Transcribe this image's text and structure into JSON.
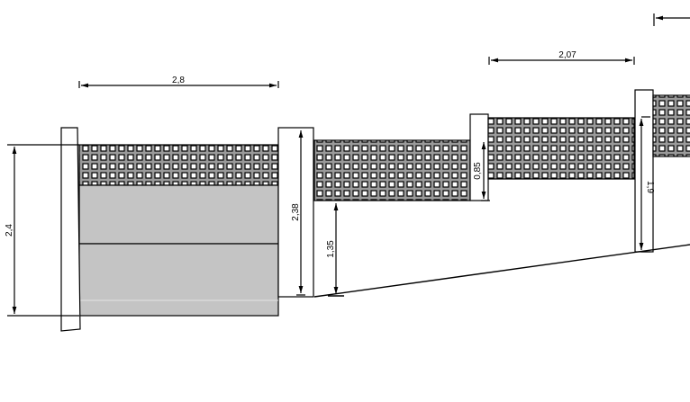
{
  "drawing": {
    "dimensions": {
      "width_left_panel": "2,8",
      "width_right_panel": "2,07",
      "height_left_total": "2,4",
      "height_post": "2,38",
      "height_clearance": "1,35",
      "height_step": "0,85",
      "height_right": "1,9"
    },
    "colors": {
      "mesh_fill": "#9a9a9a",
      "solid_panel_fill": "#c4c4c4",
      "line": "#000000",
      "background": "#ffffff"
    }
  }
}
